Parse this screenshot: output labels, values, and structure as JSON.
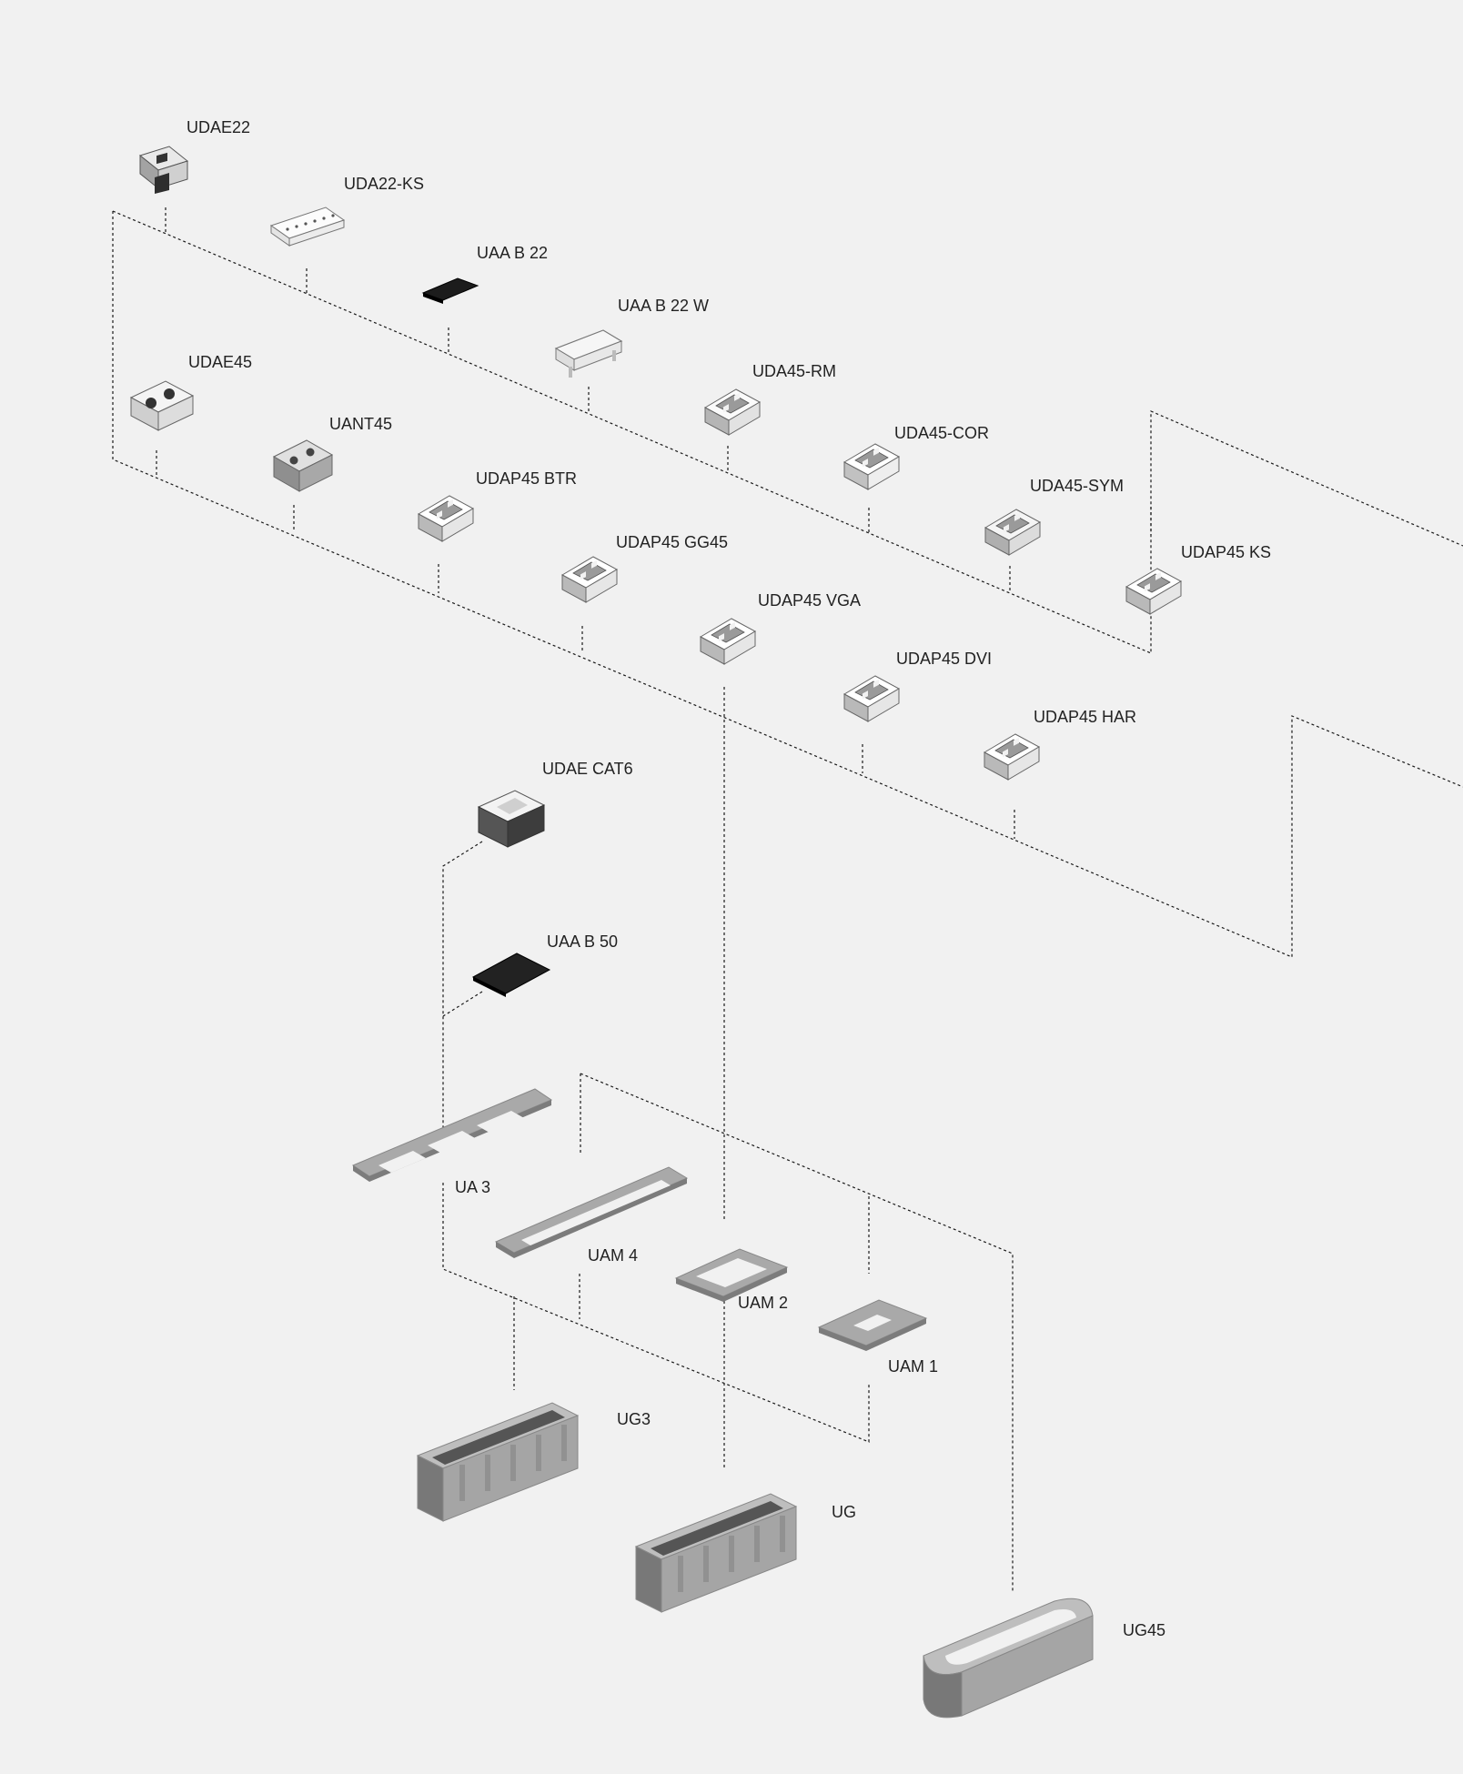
{
  "diagram": {
    "rows": [
      {
        "name": "row-upper",
        "parts": [
          {
            "id": "udae22",
            "label": "UDAE22",
            "kind": "module-small-dark",
            "color": "#d0d0d0"
          },
          {
            "id": "uda22-ks",
            "label": "UDA22-KS",
            "kind": "frame-white",
            "color": "#fafafa"
          },
          {
            "id": "uaa-b-22",
            "label": "UAA B 22",
            "kind": "blank-black",
            "color": "#1c1c1c"
          },
          {
            "id": "uaa-b-22-w",
            "label": "UAA B 22 W",
            "kind": "blank-white",
            "color": "#f6f6f6"
          },
          {
            "id": "uda45-rm",
            "label": "UDA45-RM",
            "kind": "adapter-slanted",
            "color": "#e2e2e2"
          },
          {
            "id": "uda45-cor",
            "label": "UDA45-COR",
            "kind": "adapter-slanted",
            "color": "#eeeeee"
          },
          {
            "id": "uda45-sym",
            "label": "UDA45-SYM",
            "kind": "adapter-slanted",
            "color": "#dcdcdc"
          },
          {
            "id": "udap45-ks",
            "label": "UDAP45 KS",
            "kind": "adapter-slanted",
            "color": "#e6e6e6"
          }
        ]
      },
      {
        "name": "row-lower",
        "parts": [
          {
            "id": "udae45",
            "label": "UDAE45",
            "kind": "module-double",
            "color": "#e8e8e8"
          },
          {
            "id": "uant45",
            "label": "UANT45",
            "kind": "module-grey",
            "color": "#bdbdbd"
          },
          {
            "id": "udap45-btr",
            "label": "UDAP45 BTR",
            "kind": "adapter-slanted",
            "color": "#e6e6e6"
          },
          {
            "id": "udap45-gg45",
            "label": "UDAP45 GG45",
            "kind": "adapter-slanted",
            "color": "#e6e6e6"
          },
          {
            "id": "udap45-vga",
            "label": "UDAP45 VGA",
            "kind": "adapter-slanted",
            "color": "#e6e6e6"
          },
          {
            "id": "udap45-dvi",
            "label": "UDAP45 DVI",
            "kind": "adapter-slanted",
            "color": "#e6e6e6"
          },
          {
            "id": "udap45-har",
            "label": "UDAP45 HAR",
            "kind": "adapter-slanted",
            "color": "#e6e6e6"
          }
        ]
      },
      {
        "name": "column-mid",
        "parts": [
          {
            "id": "udae-cat6",
            "label": "UDAE CAT6",
            "kind": "module-cat6",
            "color": "#4a4a4a"
          },
          {
            "id": "uaa-b-50",
            "label": "UAA B 50",
            "kind": "blank-plate-black",
            "color": "#222222"
          }
        ]
      },
      {
        "name": "mounting-frames",
        "parts": [
          {
            "id": "ua-3",
            "label": "UA 3",
            "kind": "frame-triple",
            "color": "#a9a9a9"
          },
          {
            "id": "uam-4",
            "label": "UAM 4",
            "kind": "frame-long",
            "color": "#a9a9a9"
          },
          {
            "id": "uam-2",
            "label": "UAM 2",
            "kind": "frame-single",
            "color": "#a9a9a9"
          },
          {
            "id": "uam-1",
            "label": "UAM 1",
            "kind": "frame-square",
            "color": "#a9a9a9"
          }
        ]
      },
      {
        "name": "boxes",
        "parts": [
          {
            "id": "ug3",
            "label": "UG3",
            "kind": "box",
            "color": "#a5a5a5"
          },
          {
            "id": "ug",
            "label": "UG",
            "kind": "box",
            "color": "#a5a5a5"
          },
          {
            "id": "ug45",
            "label": "UG45",
            "kind": "box-round",
            "color": "#a5a5a5"
          }
        ]
      }
    ],
    "line_color": "#1a1a1a"
  }
}
